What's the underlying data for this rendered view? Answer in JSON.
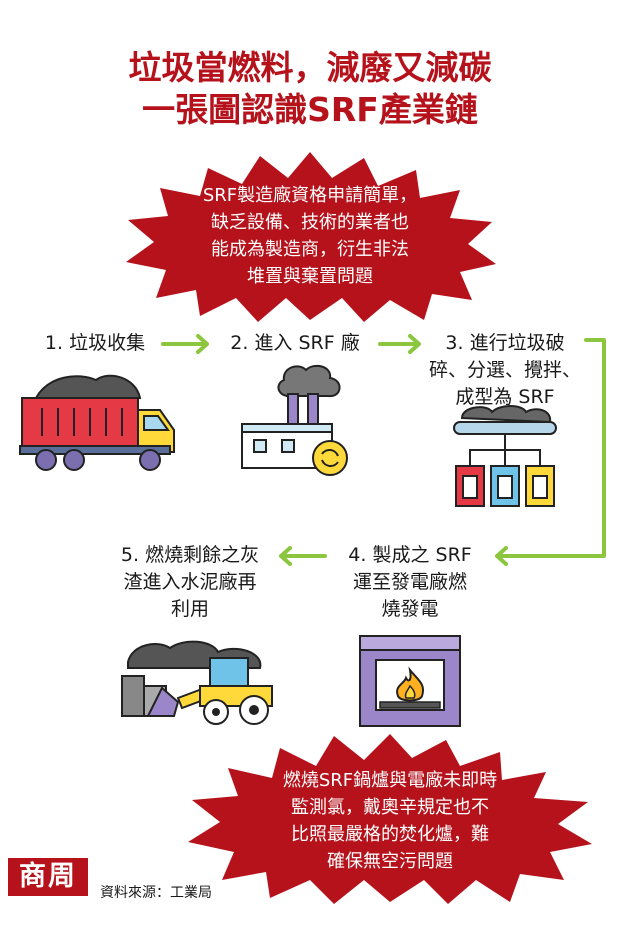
{
  "title": {
    "line1": "垃圾當燃料，減廢又減碳",
    "line2": "一張圖認識SRF產業鏈"
  },
  "warning_top": {
    "lines": [
      "SRF製造廠資格申請簡單，",
      "缺乏設備、技術的業者也",
      "能成為製造商，衍生非法",
      "堆置與棄置問題"
    ]
  },
  "steps": [
    {
      "label_lines": [
        "1. 垃圾收集"
      ]
    },
    {
      "label_lines": [
        "2. 進入 SRF 廠"
      ]
    },
    {
      "label_lines": [
        "3. 進行垃圾破",
        "碎、分選、攪拌、",
        "成型為 SRF"
      ]
    },
    {
      "label_lines": [
        "4. 製成之 SRF",
        "運至發電廠燃",
        "燒發電"
      ]
    },
    {
      "label_lines": [
        "5. 燃燒剩餘之灰",
        "渣進入水泥廠再",
        "利用"
      ]
    }
  ],
  "warning_bottom": {
    "lines": [
      "燃燒SRF鍋爐與電廠未即時",
      "監測氯，戴奧辛規定也不",
      "比照最嚴格的焚化爐，難",
      "確保無空污問題"
    ]
  },
  "icons": [
    "dump-truck-icon",
    "factory-icon",
    "sorting-machine-icon",
    "furnace-icon",
    "bulldozer-icon"
  ],
  "footer": {
    "logo": "商周",
    "source": "資料來源：工業局"
  },
  "colors": {
    "accent_red": "#b5121b",
    "arrow_green": "#8cc63f"
  }
}
